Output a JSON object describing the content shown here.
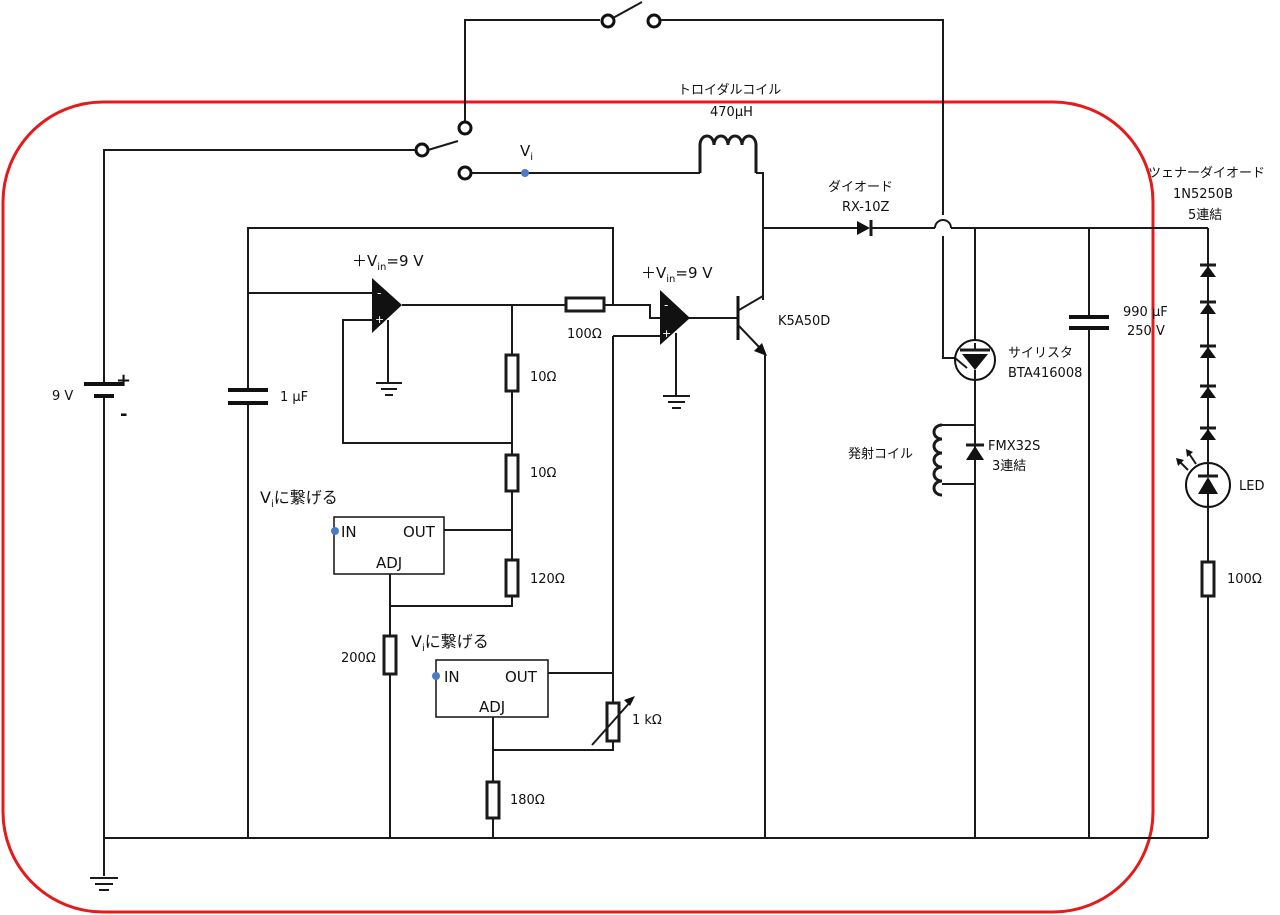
{
  "labels": {
    "toroidal_coil": "トロイダルコイル",
    "toroidal_coil_value": "470μH",
    "vi": "V",
    "vi_sub": "i",
    "diode_name": "ダイオード",
    "diode_part": "RX-10Z",
    "zener_name": "ツェナーダイオード",
    "zener_part": "1N5250B",
    "zener_count": "5連結",
    "vin1_prefix": "＋V",
    "vin1_sub": "in",
    "vin1_suffix": "=9 V",
    "vin2_prefix": "＋V",
    "vin2_sub": "in",
    "vin2_suffix": "=9 V",
    "r100_top": "100Ω",
    "transistor": "K5A50D",
    "cap_main_value": "990 μF",
    "cap_main_voltage": "250 V",
    "thyristor_name": "サイリスタ",
    "thyristor_part": "BTA416008",
    "battery": "9 V",
    "battery_plus": "+",
    "battery_minus": "-",
    "cap_small": "1 μF",
    "r10_a": "10Ω",
    "r10_b": "10Ω",
    "launch_coil": "発射コイル",
    "fmx_part": "FMX32S",
    "fmx_count": "3連結",
    "led": "LED",
    "connect1_v": "V",
    "connect1_sub": "i",
    "connect1_text": "に繋げる",
    "connect2_v": "V",
    "connect2_sub": "i",
    "connect2_text": "に繋げる",
    "reg1_in": "IN",
    "reg1_out": "OUT",
    "reg1_adj": "ADJ",
    "reg2_in": "IN",
    "reg2_out": "OUT",
    "reg2_adj": "ADJ",
    "r120": "120Ω",
    "r200": "200Ω",
    "pot": "1 kΩ",
    "r180": "180Ω",
    "r100_led": "100Ω",
    "opamp1_minus": "-",
    "opamp1_plus": "+",
    "opamp2_minus": "-",
    "opamp2_plus": "+"
  },
  "colors": {
    "wire": "#1a1a1a",
    "highlight": "#e31b1b",
    "node": "#4a7bc8"
  }
}
